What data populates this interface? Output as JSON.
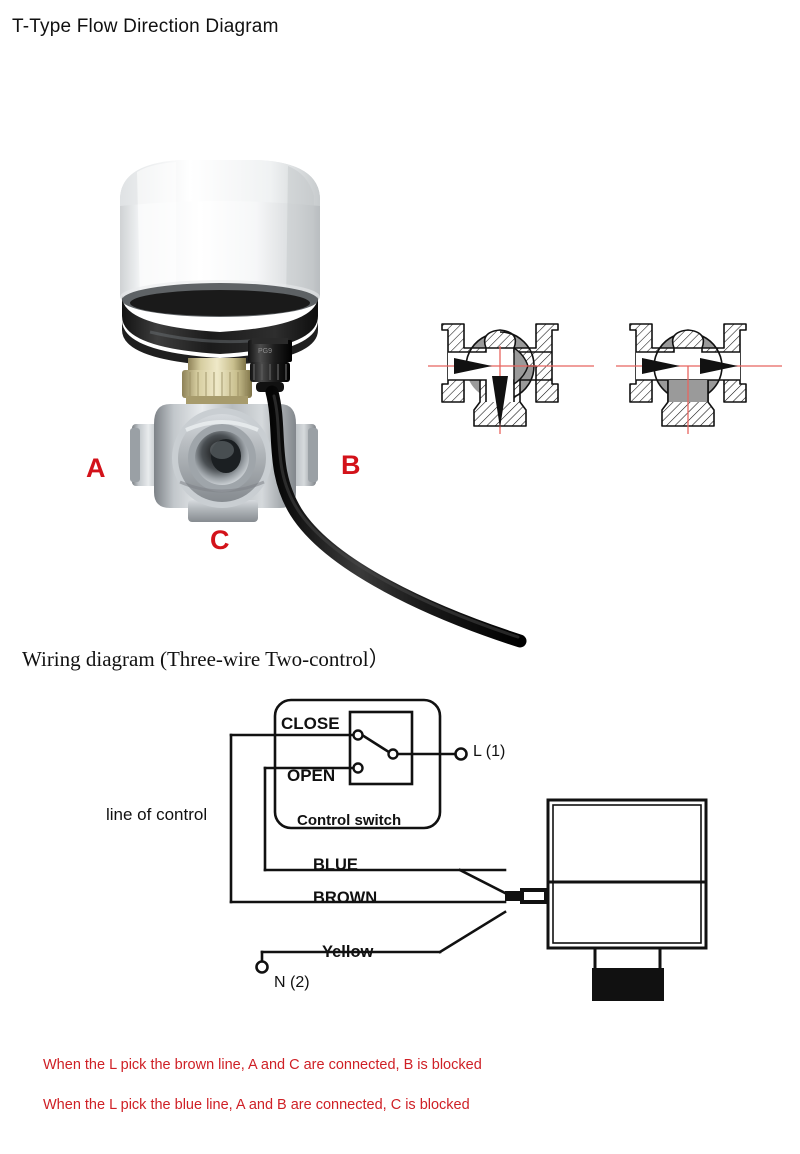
{
  "page": {
    "title": "T-Type Flow Direction Diagram",
    "background": "#ffffff",
    "accent_red": "#d3121a",
    "note_red": "#cf2026"
  },
  "photo": {
    "caption_labels": [
      {
        "name": "port-a",
        "text": "A"
      },
      {
        "name": "port-b",
        "text": "B"
      },
      {
        "name": "port-c",
        "text": "C"
      }
    ],
    "parts": {
      "actuator_cover": "white-dome-actuator",
      "actuator_base": "black-base-ring",
      "nut": "brass-hex-nut",
      "gland": "black-cable-gland",
      "valve_body": "stainless-three-way-ball-valve",
      "cable": "black-power-cable"
    }
  },
  "flow_diagrams": [
    {
      "name": "flow-diagram-a-to-c",
      "description": "L-port ball rotated so A connects to C; B blocked",
      "inlet_arrow": "left-horizontal",
      "outlet_arrow": "down-vertical",
      "centerline_color": "#e8655f"
    },
    {
      "name": "flow-diagram-a-to-b",
      "description": "L-port ball rotated so A connects to B; C blocked",
      "inlet_arrow": "left-horizontal",
      "outlet_arrow": "right-horizontal",
      "centerline_color": "#e8655f"
    }
  ],
  "wiring": {
    "heading": "Wiring diagram (Three-wire Two-control）",
    "labels": {
      "line_of_control": "line of control",
      "close": "CLOSE",
      "open": "OPEN",
      "control_switch": "Control switch",
      "blue": "BLUE",
      "brown": "BROWN",
      "yellow": "Yellow",
      "terminal_l": "L (1)",
      "terminal_n": "N (2)"
    },
    "actuator_box": {
      "name": "actuator-body",
      "has_cable_gland": true,
      "has_valve_block": true
    }
  },
  "notes": [
    "When the L pick the brown line, A and C are connected, B is blocked",
    "When the L pick the blue line, A and B are connected, C is blocked"
  ]
}
